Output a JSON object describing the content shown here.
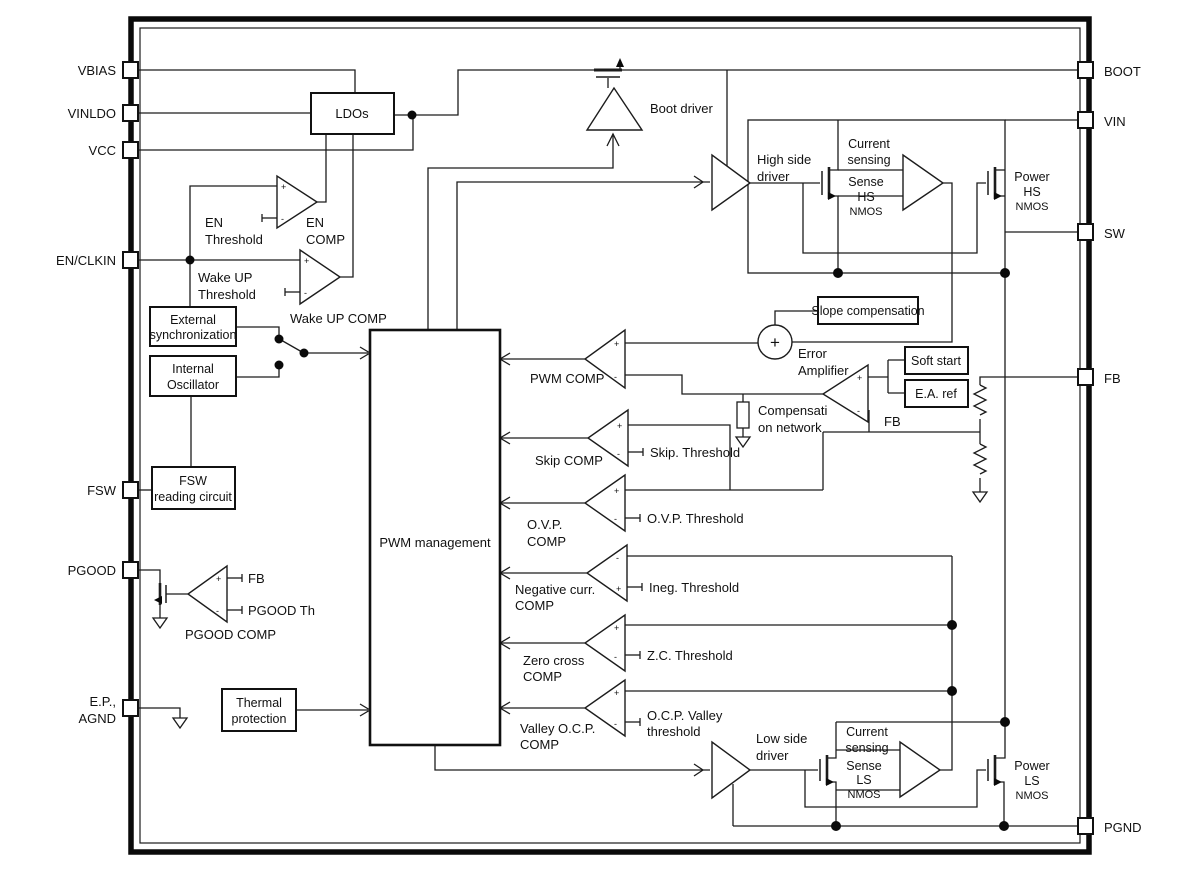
{
  "diagram_title": "DC-DC converter IC block diagram",
  "colors": {
    "line": "#1c1c1c",
    "background": "#ffffff"
  },
  "sym": {
    "plus": "+",
    "minus": "-"
  },
  "pins": {
    "left": [
      {
        "label": "VBIAS"
      },
      {
        "label": "VINLDO"
      },
      {
        "label": "VCC"
      },
      {
        "label": "EN/CLKIN"
      },
      {
        "label": "FSW"
      },
      {
        "label": "PGOOD"
      },
      {
        "label": "E.P.,",
        "label2": "AGND"
      }
    ],
    "right": [
      {
        "label": "BOOT"
      },
      {
        "label": "VIN"
      },
      {
        "label": "SW"
      },
      {
        "label": "FB"
      },
      {
        "label": "PGND"
      }
    ]
  },
  "blocks": {
    "ldos": "LDOs",
    "external_sync": [
      "External",
      "synchronization"
    ],
    "internal_osc": [
      "Internal",
      "Oscillator"
    ],
    "fsw_reading": [
      "FSW",
      "reading circuit"
    ],
    "thermal": [
      "Thermal",
      "protection"
    ],
    "pwm_management": "PWM management",
    "slope_comp": "Slope compensation",
    "soft_start": "Soft start",
    "ea_ref": "E.A. ref"
  },
  "labels": {
    "en_threshold": [
      "EN",
      "Threshold"
    ],
    "en_comp": [
      "EN",
      "COMP"
    ],
    "wake_up_threshold": [
      "Wake UP",
      "Threshold"
    ],
    "wake_up_comp": "Wake UP COMP",
    "boot_driver": "Boot driver",
    "high_side_driver": [
      "High side",
      "driver"
    ],
    "current_sensing_hs": [
      "Current",
      "sensing"
    ],
    "sense_hs": [
      "Sense",
      "HS",
      "NMOS"
    ],
    "power_hs": [
      "Power",
      "HS",
      "NMOS"
    ],
    "pwm_comp": "PWM COMP",
    "skip_comp": "Skip COMP",
    "skip_threshold": "Skip. Threshold",
    "ovp_comp": [
      "O.V.P.",
      "COMP"
    ],
    "ovp_threshold": "O.V.P. Threshold",
    "neg_comp": [
      "Negative curr.",
      "COMP"
    ],
    "ineg_threshold": "Ineg. Threshold",
    "zc_comp": [
      "Zero cross",
      "COMP"
    ],
    "zc_threshold": "Z.C. Threshold",
    "valley_comp": [
      "Valley O.C.P.",
      "COMP"
    ],
    "ocp_valley_threshold": [
      "O.C.P. Valley",
      "threshold"
    ],
    "error_amplifier": [
      "Error",
      "Amplifier"
    ],
    "comp_network": [
      "Compensati",
      "on network"
    ],
    "fb_node": "FB",
    "pgood_comp": "PGOOD COMP",
    "pgood_fb": "FB",
    "pgood_th": "PGOOD Th",
    "low_side_driver": [
      "Low side",
      "driver"
    ],
    "current_sensing_ls": [
      "Current",
      "sensing"
    ],
    "sense_ls": [
      "Sense",
      "LS",
      "NMOS"
    ],
    "power_ls": [
      "Power",
      "LS",
      "NMOS"
    ]
  }
}
